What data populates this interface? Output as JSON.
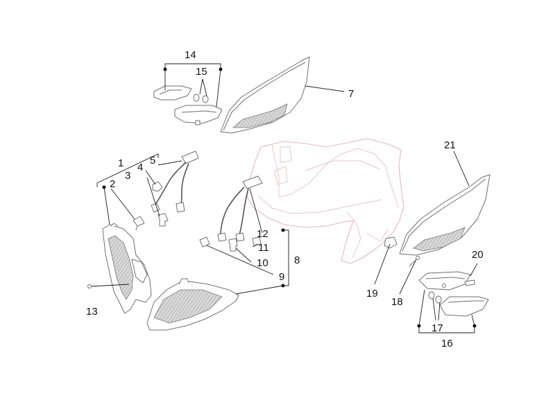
{
  "callouts": {
    "c1": "1",
    "c2": "2",
    "c3": "3",
    "c4": "4",
    "c5": "5",
    "c7": "7",
    "c8": "8",
    "c9": "9",
    "c10": "10",
    "c11": "11",
    "c12": "12",
    "c13": "13",
    "c14": "14",
    "c15": "15",
    "c16": "16",
    "c17": "17",
    "c18": "18",
    "c19": "19",
    "c20": "20",
    "c21": "21"
  },
  "colors": {
    "line": "#6e6e6e",
    "leader": "#1a1a1a",
    "body_outline": "#e5b7c2",
    "background": "#ffffff"
  }
}
